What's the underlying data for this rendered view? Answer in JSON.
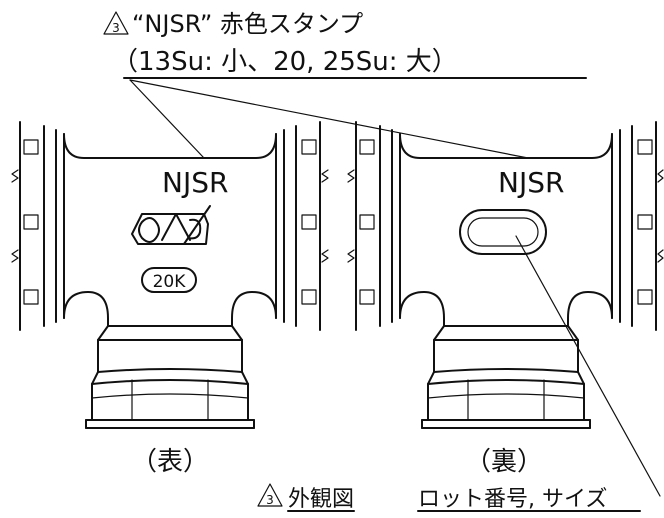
{
  "callout": {
    "revision_mark": "3",
    "line1": "“NJSR” 赤色スタンプ",
    "line2": "（13Su: 小、20, 25Su: 大）"
  },
  "front_view": {
    "stamp_text": "NJSR",
    "rating_text": "20K",
    "caption": "（表）"
  },
  "back_view": {
    "stamp_text": "NJSR",
    "caption": "（裏）"
  },
  "bottom_note": {
    "revision_mark": "3",
    "title": "外観図",
    "text": "ロット番号, サイズ"
  }
}
